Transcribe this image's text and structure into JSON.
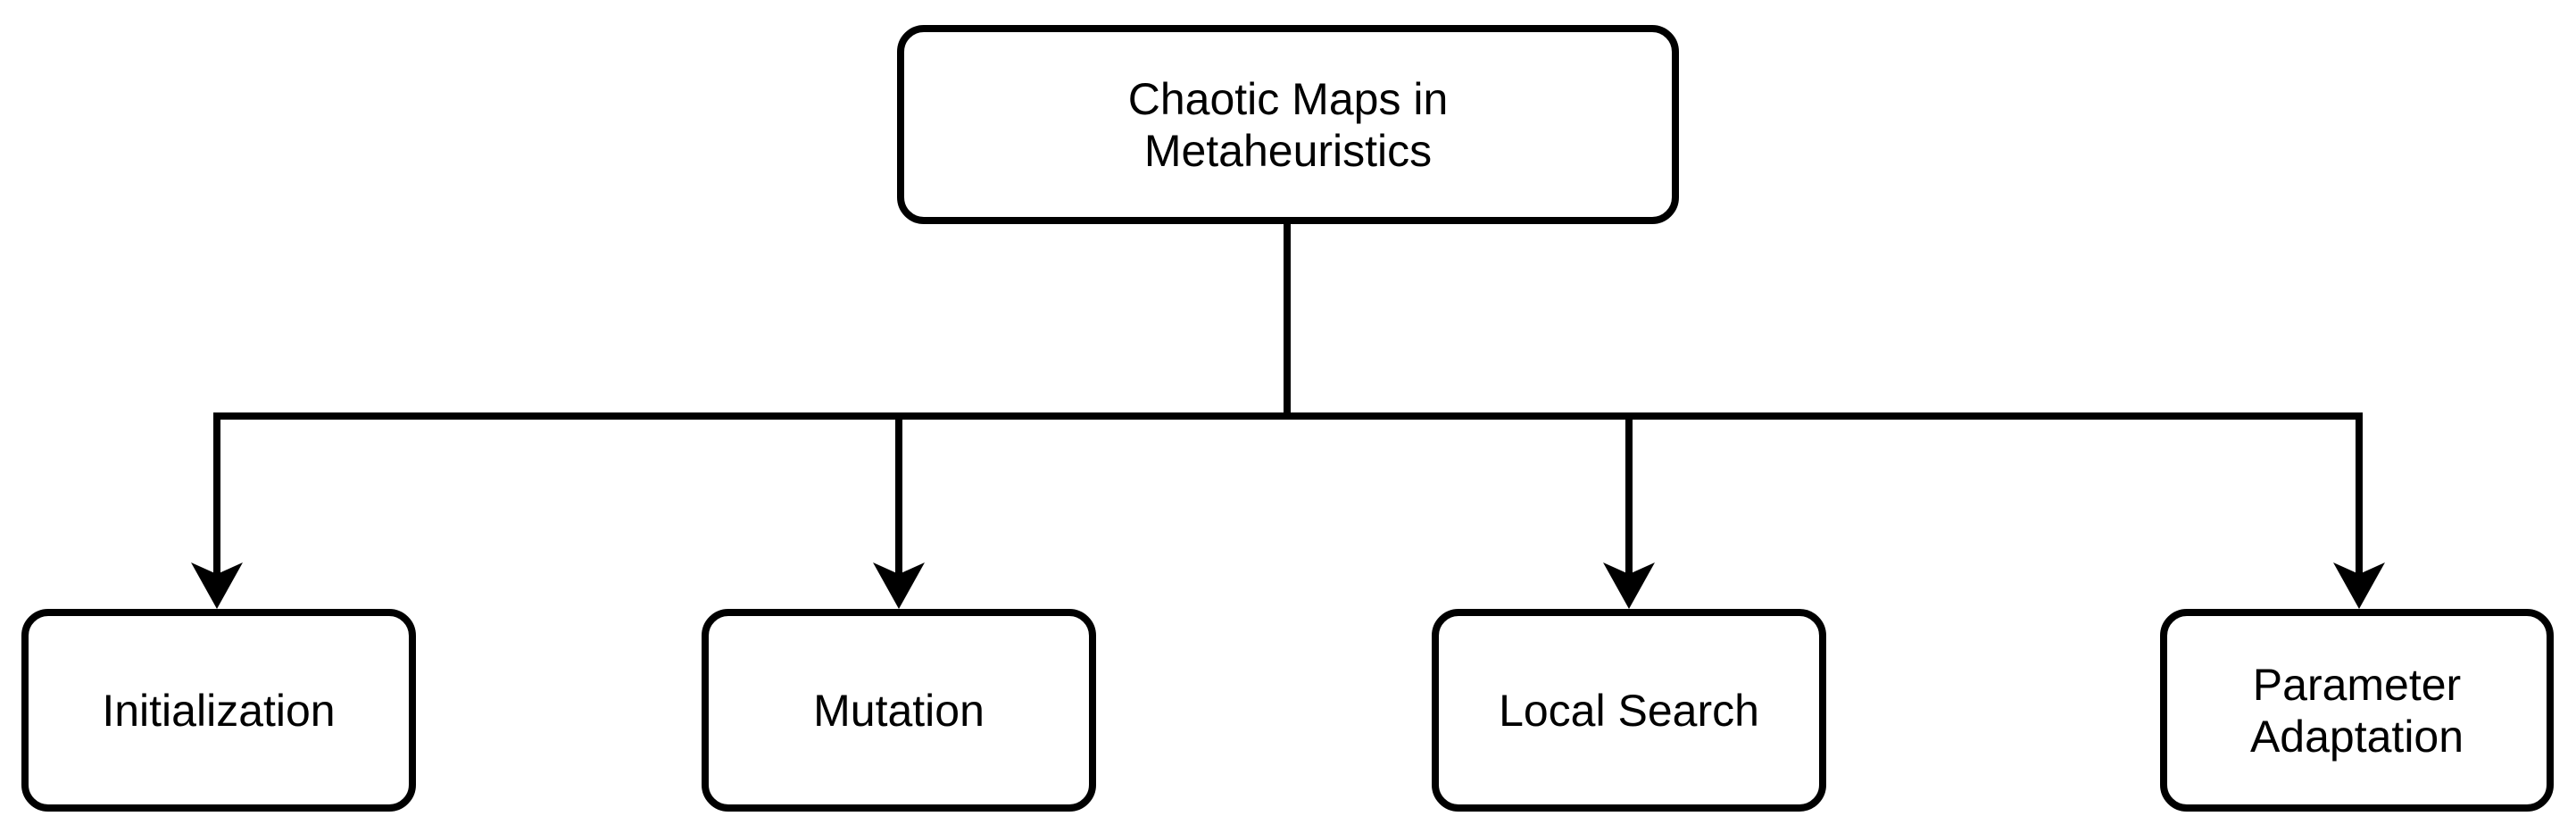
{
  "diagram": {
    "type": "tree-hierarchy",
    "orientation": "top-down",
    "background_color": "#ffffff",
    "stroke_color": "#000000",
    "text_color": "#000000",
    "root": {
      "id": "root",
      "label": "Chaotic Maps in\nMetaheuristics"
    },
    "children": [
      {
        "id": "initialization",
        "label": "Initialization"
      },
      {
        "id": "mutation",
        "label": "Mutation"
      },
      {
        "id": "local-search",
        "label": "Local Search"
      },
      {
        "id": "parameter-adaptation",
        "label": "Parameter\nAdaptation"
      }
    ],
    "edges": [
      {
        "from": "root",
        "to": "initialization",
        "arrow": "to"
      },
      {
        "from": "root",
        "to": "mutation",
        "arrow": "to"
      },
      {
        "from": "root",
        "to": "local-search",
        "arrow": "to"
      },
      {
        "from": "root",
        "to": "parameter-adaptation",
        "arrow": "to"
      }
    ]
  }
}
